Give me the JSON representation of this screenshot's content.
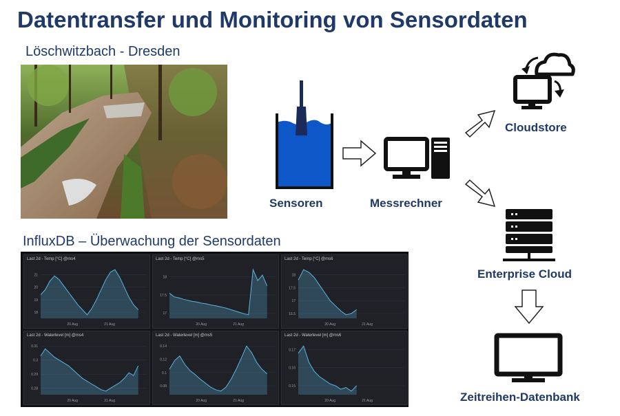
{
  "title": "Datentransfer und Monitoring von Sensordaten",
  "photo": {
    "caption": "Löschwitzbach - Dresden"
  },
  "grafana": {
    "caption": "InfluxDB – Überwachung der Sensordaten",
    "panels": [
      {
        "title": "Last 2d - Temp [°C] @ms4",
        "yticks": [
          "21",
          "20",
          "19",
          "18"
        ],
        "xticks": [
          "20 Aug",
          "21 Aug"
        ],
        "values": [
          19.4,
          19.8,
          20.5,
          20.9,
          20.6,
          20.1,
          19.6,
          19.1,
          18.6,
          18.2,
          17.8,
          18.3,
          19.0,
          19.8,
          20.6,
          21.2,
          21.4,
          20.8,
          20.0,
          19.2,
          18.6,
          18.2
        ]
      },
      {
        "title": "Last 2d - Temp [°C] @ms5",
        "yticks": [
          "18",
          "17.5",
          "17"
        ],
        "xticks": [
          "20 Aug",
          "21 Aug"
        ],
        "values": [
          17.55,
          17.45,
          17.42,
          17.38,
          17.35,
          17.32,
          17.3,
          17.27,
          17.25,
          17.22,
          17.2,
          17.17,
          17.14,
          17.1,
          17.06,
          17.02,
          16.98,
          16.95,
          18.2,
          17.9,
          18.05,
          17.75
        ]
      },
      {
        "title": "Last 2d - Temp [°C] @ms6",
        "yticks": [
          "18",
          "17.5",
          "17",
          "16.5"
        ],
        "xticks": [
          "20 Aug",
          "21 Aug"
        ],
        "values": [
          17.8,
          18.2,
          18.1,
          17.9,
          17.6,
          17.3,
          17.0,
          16.8,
          16.6,
          16.45,
          16.5,
          16.65
        ]
      },
      {
        "title": "Last 2d - Waterlevel [m] @ms4",
        "yticks": [
          "0.31",
          "0.3",
          "0.29",
          "0.28"
        ],
        "xticks": [
          "20 Aug",
          "21 Aug"
        ],
        "values": [
          0.303,
          0.308,
          0.305,
          0.302,
          0.3,
          0.298,
          0.296,
          0.293,
          0.29,
          0.287,
          0.285,
          0.283,
          0.281,
          0.279,
          0.278,
          0.28,
          0.282,
          0.284,
          0.287,
          0.291,
          0.289,
          0.296
        ]
      },
      {
        "title": "Last 2d - Waterlevel [m] @ms5",
        "yticks": [
          "0.14",
          "0.12",
          "0.1",
          "0.08"
        ],
        "xticks": [
          "20 Aug",
          "21 Aug"
        ],
        "values": [
          0.105,
          0.118,
          0.125,
          0.112,
          0.103,
          0.097,
          0.09,
          0.084,
          0.078,
          0.074,
          0.072,
          0.078,
          0.09,
          0.105,
          0.122,
          0.14,
          0.13,
          0.115,
          0.105,
          0.098
        ]
      },
      {
        "title": "Last 2d - Waterlevel [m] @ms6",
        "yticks": [
          "0.17",
          "0.16",
          "0.15"
        ],
        "xticks": [
          "20 Aug",
          "21 Aug"
        ],
        "values": [
          0.168,
          0.172,
          0.163,
          0.158,
          0.155,
          0.153,
          0.151,
          0.15,
          0.148,
          0.149,
          0.147,
          0.15
        ]
      }
    ]
  },
  "nodes": {
    "sensoren": "Sensoren",
    "messrechner": "Messrechner",
    "cloudstore": "Cloudstore",
    "enterprise_cloud": "Enterprise Cloud",
    "zeitreihen": "Zeitreihen-Datenbank"
  },
  "colors": {
    "title": "#1f3a68",
    "water": "#0d57c9",
    "series": "#5ab4e0"
  }
}
